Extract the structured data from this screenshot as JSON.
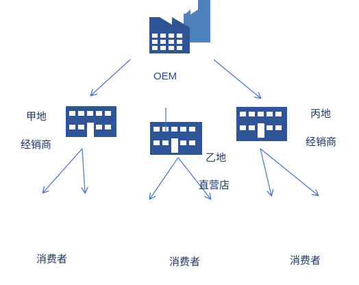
{
  "colors": {
    "building": "#2f5597",
    "factory_main": "#2f5597",
    "factory_back": "#4f81bd",
    "window": "#ffffff",
    "arrow": "#4472c4",
    "text": "#1f3864"
  },
  "icons": {
    "manufacturer": "factory-icon",
    "distributor_a": "office-building-icon",
    "direct_store": "office-building-icon",
    "distributor_c": "office-building-icon"
  },
  "manufacturer": {
    "label": "OEM"
  },
  "nodes": {
    "distributor_a": {
      "region": "甲地",
      "role": "经销商"
    },
    "direct_store": {
      "region": "乙地",
      "role": "直营店"
    },
    "distributor_c": {
      "region": "丙地",
      "role": "经销商"
    }
  },
  "consumers": [
    {
      "label": "消费者"
    },
    {
      "label": "消费者"
    },
    {
      "label": "消费者"
    }
  ]
}
